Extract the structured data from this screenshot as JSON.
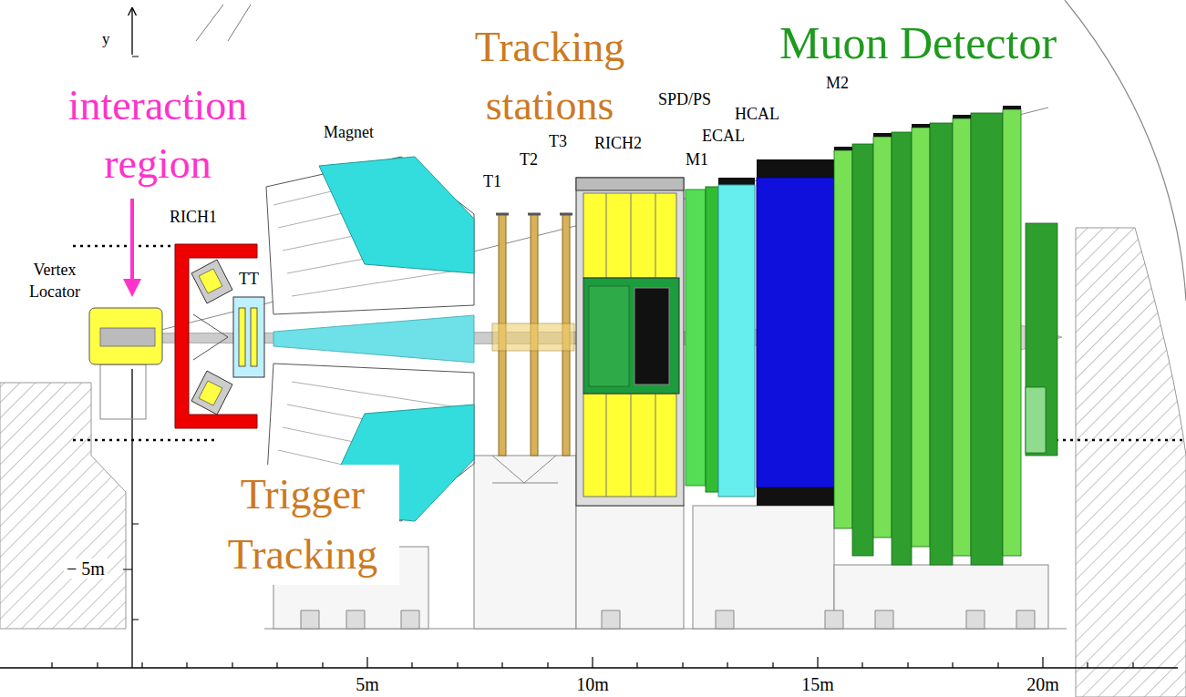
{
  "diagram": {
    "labels": [
      "y",
      "interaction region",
      "Tracking stations",
      "Muon Detector",
      "Magnet",
      "RICH1",
      "T3",
      "T2",
      "T1",
      "RICH2",
      "SPD/PS",
      "ECAL",
      "HCAL",
      "M2",
      "M1",
      "Vertex Locator",
      "TT",
      "Trigger Tracking",
      "− 5m",
      "5m",
      "10m",
      "15m",
      "20m"
    ]
  }
}
